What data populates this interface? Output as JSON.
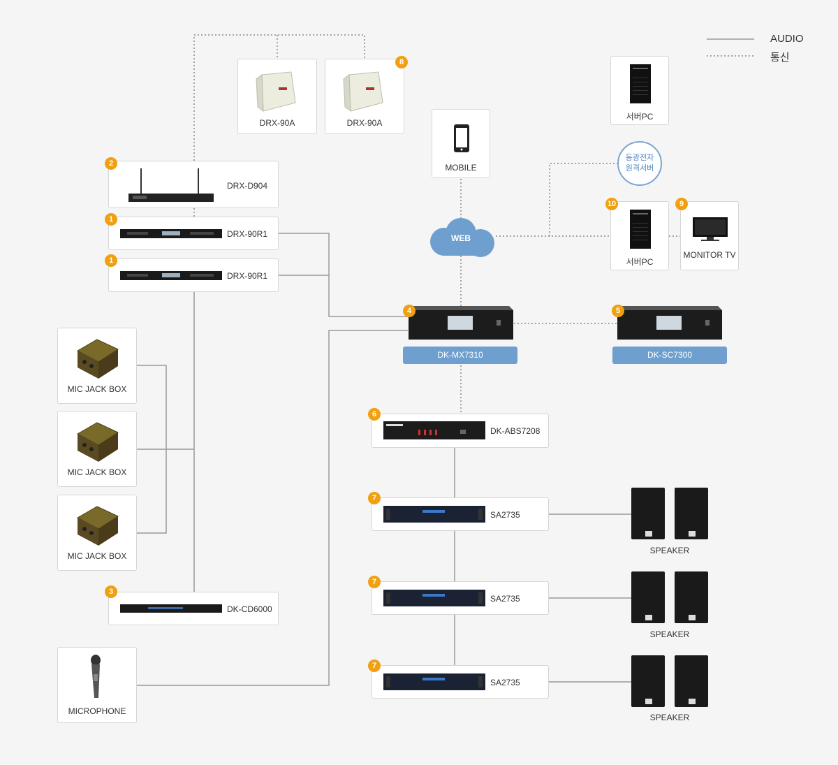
{
  "legend": {
    "audio": "AUDIO",
    "comm": "통신"
  },
  "devices": {
    "drx90a_1": "DRX-90A",
    "drx90a_2": "DRX-90A",
    "drxd904": "DRX-D904",
    "drx90r1_1": "DRX-90R1",
    "drx90r1_2": "DRX-90R1",
    "micjack_1": "MIC JACK BOX",
    "micjack_2": "MIC JACK BOX",
    "micjack_3": "MIC JACK BOX",
    "dkcd6000": "DK-CD6000",
    "microphone": "MICROPHONE",
    "mobile": "MOBILE",
    "web": "WEB",
    "dkmx7310": "DK-MX7310",
    "dksc7300": "DK-SC7300",
    "dkabs7208": "DK-ABS7208",
    "sa2735_1": "SA2735",
    "sa2735_2": "SA2735",
    "sa2735_3": "SA2735",
    "speaker_1": "SPEAKER",
    "speaker_2": "SPEAKER",
    "speaker_3": "SPEAKER",
    "serverpc_top": "서버PC",
    "serverpc": "서버PC",
    "monitor": "MONITOR TV",
    "remote_line1": "동광전자",
    "remote_line2": "원격서버"
  },
  "badges": {
    "b8": "8",
    "b2": "2",
    "b1a": "1",
    "b1b": "1",
    "b3": "3",
    "b4": "4",
    "b5": "5",
    "b6": "6",
    "b7a": "7",
    "b7b": "7",
    "b7c": "7",
    "b10": "10",
    "b9": "9"
  },
  "colors": {
    "badge": "#f0a010",
    "tag": "#6f9fcf",
    "line": "#999999",
    "circle": "#7aa5cf"
  }
}
